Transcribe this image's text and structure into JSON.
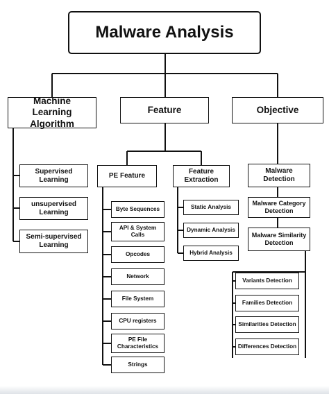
{
  "root": "Malware Analysis",
  "branches": {
    "algorithm": {
      "label": "Machine Learning Algorithm",
      "items": [
        "Supervised Learning",
        "unsupervised Learning",
        "Semi-supervised Learning"
      ]
    },
    "feature": {
      "label": "Feature",
      "pe_feature": {
        "label": "PE Feature",
        "items": [
          "Byte Sequences",
          "API & System Calls",
          "Opcodes",
          "Network",
          "File System",
          "CPU registers",
          "PE File Characteristics",
          "Strings"
        ]
      },
      "extraction": {
        "label": "Feature Extraction",
        "items": [
          "Static Analysis",
          "Dynamic Analysis",
          "Hybrid Analysis"
        ]
      }
    },
    "objective": {
      "label": "Objective",
      "items": [
        "Malware Detection",
        "Malware Category Detection",
        "Malware Similarity Detection"
      ],
      "similarity_items": [
        "Variants Detection",
        "Families Detection",
        "Similarities Detection",
        "Differences Detection"
      ]
    }
  }
}
